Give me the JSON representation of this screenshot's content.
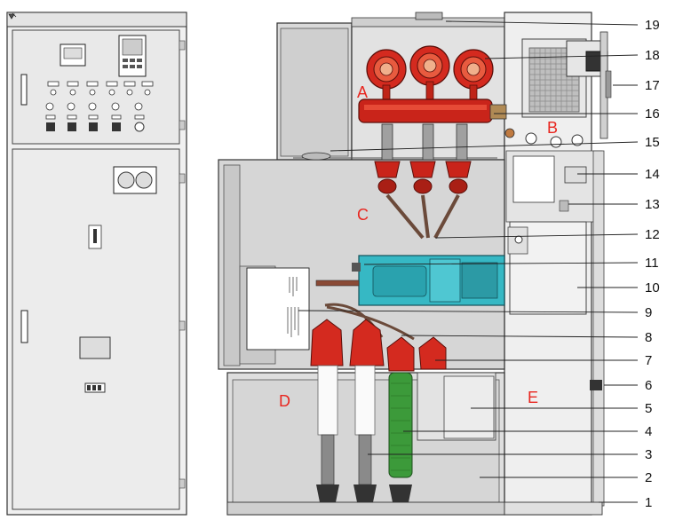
{
  "diagram": {
    "zone_labels": [
      "A",
      "B",
      "C",
      "D",
      "E"
    ],
    "callouts": [
      "19",
      "18",
      "17",
      "16",
      "15",
      "14",
      "13",
      "12",
      "11",
      "10",
      "9",
      "8",
      "7",
      "6",
      "5",
      "4",
      "3",
      "2",
      "1"
    ]
  },
  "colors": {
    "panel": "#ededed",
    "interior": "#d6d6d6",
    "red": "#d42a1f",
    "teal": "#36b8c4",
    "green": "#3c9a3a",
    "zone_text": "#e8261f"
  }
}
